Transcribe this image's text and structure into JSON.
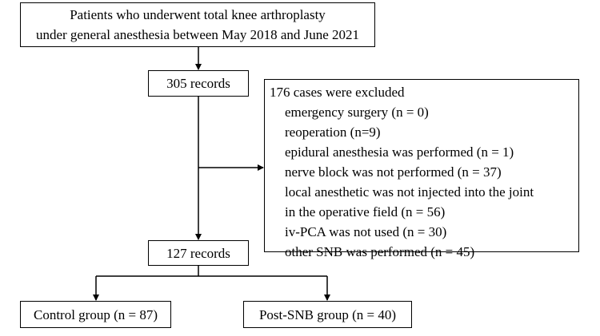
{
  "flow": {
    "top_box": {
      "line1": "Patients who underwent total knee arthroplasty",
      "line2": "under general anesthesia between May 2018 and June 2021"
    },
    "records_initial": "305 records",
    "exclusions": {
      "title": "176 cases were excluded",
      "items": [
        "emergency surgery (n = 0)",
        "reoperation (n=9)",
        "epidural anesthesia was performed (n = 1)",
        "nerve block was not performed (n = 37)",
        "local anesthetic was not injected into the joint",
        "in the operative field (n = 56)",
        "iv-PCA was not used (n = 30)",
        "other SNB was performed (n = 45)"
      ]
    },
    "records_final": "127 records",
    "groups": {
      "control": "Control group (n = 87)",
      "post_snb": "Post-SNB group (n = 40)"
    }
  }
}
